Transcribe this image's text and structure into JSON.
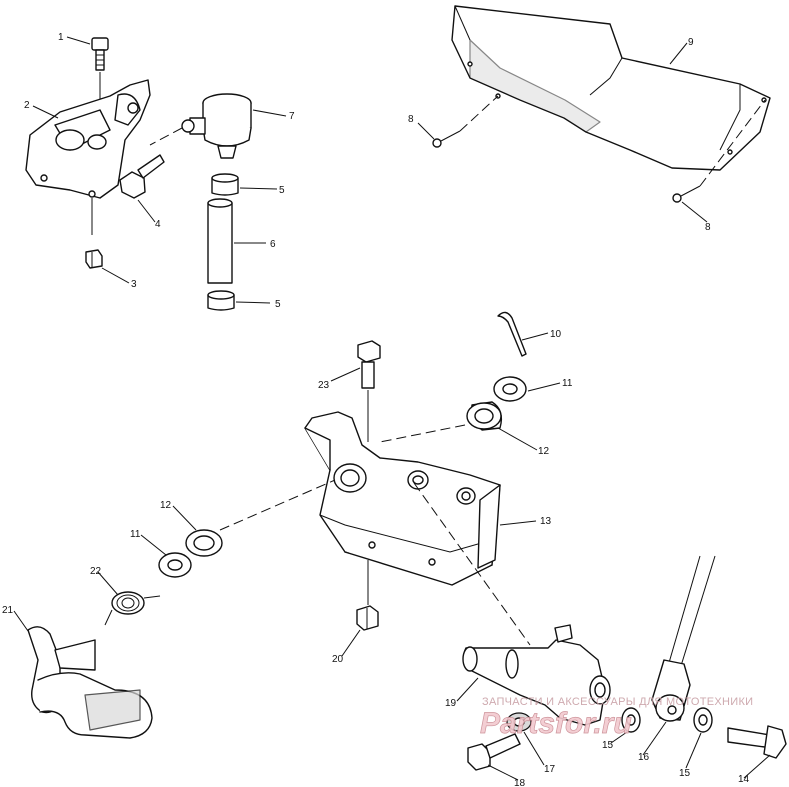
{
  "callouts": {
    "c1": "1",
    "c2": "2",
    "c3": "3",
    "c4": "4",
    "c5a": "5",
    "c5b": "5",
    "c6": "6",
    "c7": "7",
    "c8a": "8",
    "c8b": "8",
    "c9": "9",
    "c10": "10",
    "c11a": "11",
    "c11b": "11",
    "c12a": "12",
    "c12b": "12",
    "c13": "13",
    "c14": "14",
    "c15a": "15",
    "c15b": "15",
    "c16": "16",
    "c17": "17",
    "c18": "18",
    "c19": "19",
    "c20": "20",
    "c21": "21",
    "c22": "22",
    "c23": "23"
  },
  "watermark": {
    "line1": "ЗАПЧАСТИ И АКСЕССУАРЫ ДЛЯ МОТОТЕХНИКИ",
    "logo": "Partsfor.ru"
  }
}
